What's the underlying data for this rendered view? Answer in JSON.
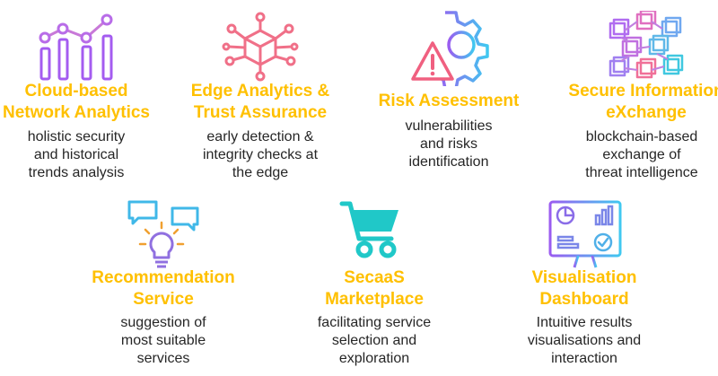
{
  "features": [
    {
      "title": [
        "Cloud-based",
        "Network Analytics"
      ],
      "desc": [
        "holistic security",
        "and historical",
        "trends analysis"
      ],
      "icon": "bar-chart-icon"
    },
    {
      "title": [
        "Edge Analytics &",
        "Trust Assurance"
      ],
      "desc": [
        "early detection &",
        "integrity checks at",
        "the edge"
      ],
      "icon": "network-cube-icon"
    },
    {
      "title": [
        "Risk Assessment"
      ],
      "desc": [
        "vulnerabilities",
        "and risks",
        "identification"
      ],
      "icon": "gear-warning-icon"
    },
    {
      "title": [
        "Secure Information",
        "eXchange"
      ],
      "desc": [
        "blockchain-based",
        "exchange of",
        "threat intelligence"
      ],
      "icon": "blockchain-icon"
    },
    {
      "title": [
        "Recommendation",
        "Service"
      ],
      "desc": [
        "suggestion of",
        "most suitable",
        "services"
      ],
      "icon": "lightbulb-chat-icon"
    },
    {
      "title": [
        "SecaaS",
        "Marketplace"
      ],
      "desc": [
        "facilitating service",
        "selection and",
        "exploration"
      ],
      "icon": "shopping-cart-icon"
    },
    {
      "title": [
        "Visualisation",
        "Dashboard"
      ],
      "desc": [
        "Intuitive results",
        "visualisations and",
        "interaction"
      ],
      "icon": "dashboard-monitor-icon"
    }
  ],
  "colors": {
    "title": "#FFC000",
    "text": "#262626",
    "grad_start": "#B05CF0",
    "grad_mid": "#F06080",
    "grad_end": "#40D0E0"
  }
}
